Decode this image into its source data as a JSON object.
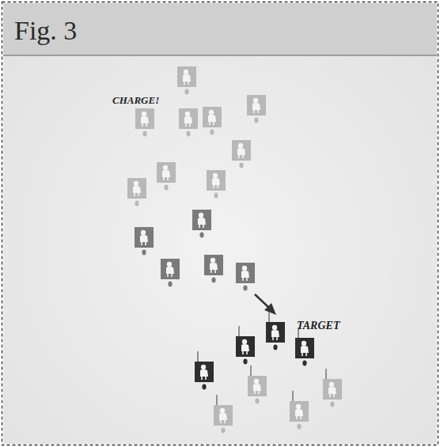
{
  "diagram": {
    "title": "Fig. 3",
    "labels": [
      "CHARGE!",
      "TARGET"
    ]
  }
}
